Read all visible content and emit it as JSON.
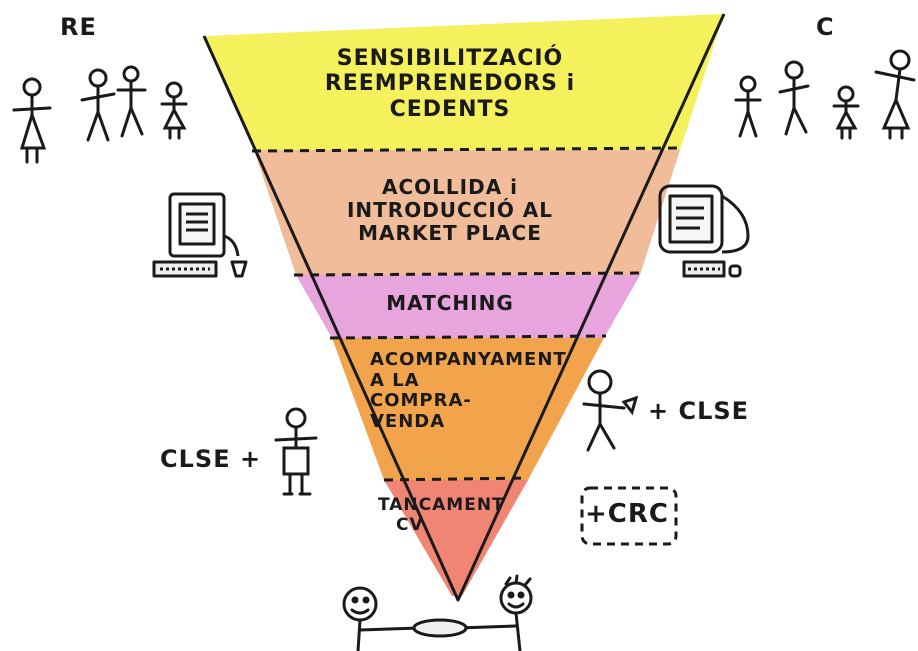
{
  "funnel": {
    "stages": [
      {
        "lines": [
          "SENSIBILITZACIÓ",
          "REEMPRENEDORS i",
          "CEDENTS"
        ],
        "color": "#f3ef4a"
      },
      {
        "lines": [
          "ACOLLIDA i",
          "INTRODUCCIÓ AL",
          "MARKET PLACE"
        ],
        "color": "#f0b58f"
      },
      {
        "lines": [
          "MATCHING"
        ],
        "color": "#e59ad8"
      },
      {
        "lines": [
          "ACOMPANYAMENT",
          "A LA",
          "COMPRA-",
          "VENDA"
        ],
        "color": "#f19a3a"
      },
      {
        "lines": [
          "TANCAMENT",
          "CV"
        ],
        "color": "#ee7864"
      }
    ]
  },
  "labels": {
    "left_group": "RE",
    "right_group": "C",
    "left_advisor": "CLSE +",
    "right_advisor": "+ CLSE",
    "crc": "+CRC"
  },
  "colors": {
    "ink": "#1a1a1a"
  }
}
